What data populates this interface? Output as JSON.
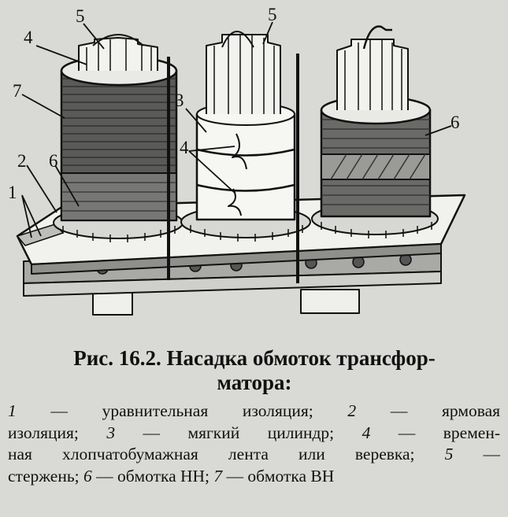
{
  "figure": {
    "labels": [
      "1",
      "2",
      "3",
      "4",
      "4",
      "5",
      "5",
      "6",
      "6",
      "7"
    ]
  },
  "caption": {
    "title_line1": "Рис. 16.2. Насадка обмоток трансфор-",
    "title_line2": "матора:"
  },
  "legend": {
    "line1": [
      {
        "num": "1",
        "text": " — уравнительная изоляция;"
      },
      {
        "num": "2",
        "text": " — ярмовая"
      }
    ],
    "line2": [
      {
        "num": "",
        "text": "изоляция;"
      },
      {
        "num": "3",
        "text": " — мягкий цилиндр;"
      },
      {
        "num": "4",
        "text": " — времен-"
      }
    ],
    "line3": [
      {
        "num": "",
        "text": "ная хлопчатобумажная лента или веревка;"
      },
      {
        "num": "5",
        "text": " —"
      }
    ],
    "line4": [
      {
        "num": "",
        "text": "стержень;"
      },
      {
        "num": "6",
        "text": " — обмотка НН;"
      },
      {
        "num": "7",
        "text": " — обмотка ВН"
      }
    ]
  }
}
